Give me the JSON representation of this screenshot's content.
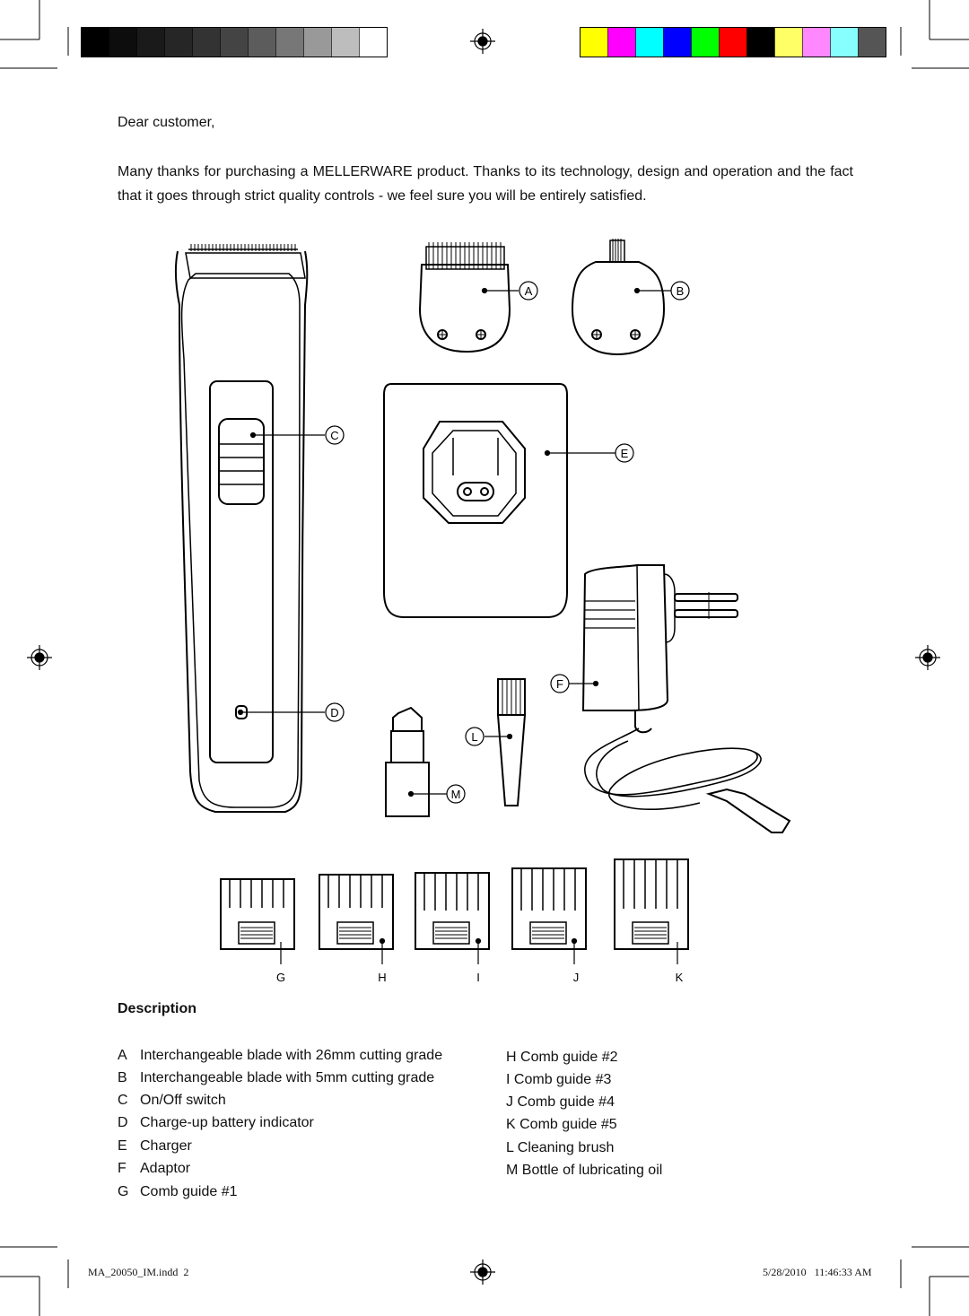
{
  "greeting": "Dear customer,",
  "intro": "Many thanks for purchasing a MELLERWARE product. Thanks to its technology, design and operation and the fact that it goes through strict quality controls - we feel sure you will be entirely satisfied.",
  "diagram_labels": {
    "A": "A",
    "B": "B",
    "C": "C",
    "D": "D",
    "E": "E",
    "F": "F",
    "L": "L",
    "M": "M",
    "G": "G",
    "H": "H",
    "I": "I",
    "J": "J",
    "K": "K"
  },
  "description_title": "Description",
  "description_left": [
    {
      "letter": "A",
      "text": "Interchangeable blade with 26mm cutting grade"
    },
    {
      "letter": "B",
      "text": "Interchangeable blade with 5mm cutting grade"
    },
    {
      "letter": "C",
      "text": "On/Off switch"
    },
    {
      "letter": "D",
      "text": "Charge-up battery indicator"
    },
    {
      "letter": "E",
      "text": "Charger"
    },
    {
      "letter": "F",
      "text": "Adaptor"
    },
    {
      "letter": "G",
      "text": "Comb guide #1"
    }
  ],
  "description_right": [
    {
      "letter": "H",
      "text": "Comb guide #2"
    },
    {
      "letter": "I",
      "text": "Comb guide #3"
    },
    {
      "letter": "J",
      "text": "Comb guide #4"
    },
    {
      "letter": "K",
      "text": "Comb guide #5"
    },
    {
      "letter": "L",
      "text": "Cleaning brush"
    },
    {
      "letter": "M",
      "text": "Bottle of lubricating oil"
    }
  ],
  "footer": {
    "file": "MA_20050_IM.indd",
    "page": "2",
    "timestamp": "5/28/2010   11:46:33 AM"
  },
  "color_bar_gray": [
    "#000000",
    "#0d0d0d",
    "#1a1a1a",
    "#262626",
    "#333333",
    "#444444",
    "#5c5c5c",
    "#777777",
    "#999999",
    "#bdbdbd",
    "#ffffff"
  ],
  "color_bar_color": [
    "#ffff00",
    "#ff00ff",
    "#00ffff",
    "#0000ff",
    "#00ff00",
    "#ff0000",
    "#000000",
    "#ffff66",
    "#ff88ff",
    "#88ffff",
    "#555555"
  ]
}
